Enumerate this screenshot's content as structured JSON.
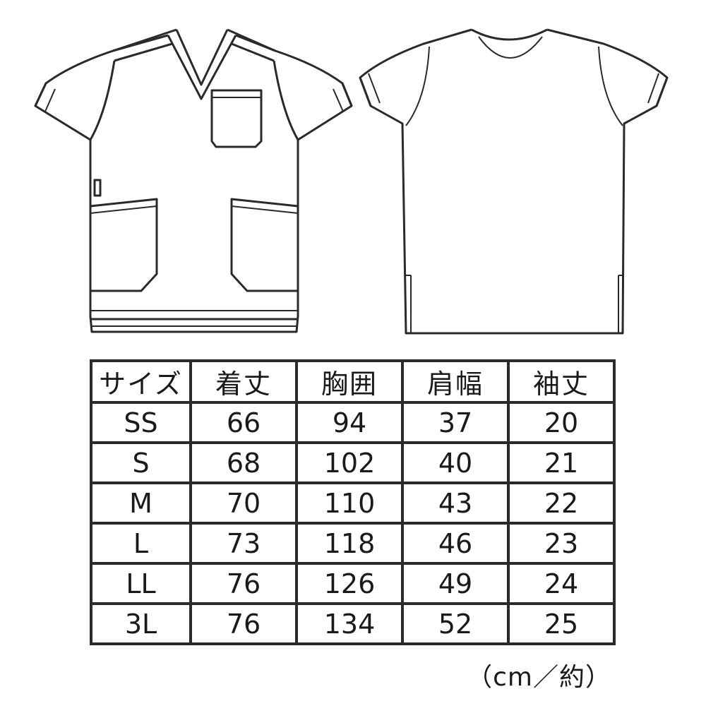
{
  "table": {
    "headers": [
      "サイズ",
      "着丈",
      "胸囲",
      "肩幅",
      "袖丈"
    ],
    "rows": [
      [
        "SS",
        "66",
        "94",
        "37",
        "20"
      ],
      [
        "S",
        "68",
        "102",
        "40",
        "21"
      ],
      [
        "M",
        "70",
        "110",
        "43",
        "22"
      ],
      [
        "L",
        "73",
        "118",
        "46",
        "23"
      ],
      [
        "LL",
        "76",
        "126",
        "49",
        "24"
      ],
      [
        "3L",
        "76",
        "134",
        "52",
        "25"
      ]
    ]
  },
  "unit_note": "（cm／約）",
  "colors": {
    "line": "#2a2a2a",
    "background": "#ffffff"
  }
}
